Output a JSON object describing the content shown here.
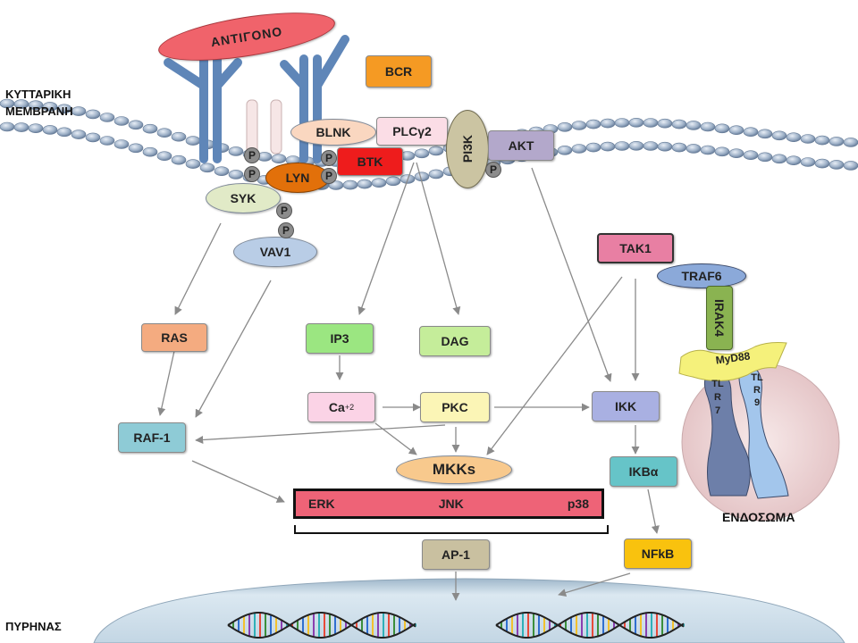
{
  "labels": {
    "antigen": "ΑΝΤΙΓΟΝΟ",
    "bcr": "BCR",
    "membrane_line1": "ΚΥΤΤΑΡΙΚΗ",
    "membrane_line2": "ΜΕΜΒΡΑΝΗ",
    "blnk": "BLNK",
    "plcg2": "PLCγ2",
    "pi3k": "PI3K",
    "akt": "AKT",
    "btk": "BTK",
    "lyn": "LYN",
    "syk": "SYK",
    "vav1": "VAV1",
    "phospho": "P",
    "ras": "RAS",
    "raf1": "RAF-1",
    "ip3": "IP3",
    "dag": "DAG",
    "ca": "Ca",
    "ca_charge": "+2",
    "pkc": "PKC",
    "mkks": "MKKs",
    "erk": "ERK",
    "jnk": "JNK",
    "p38": "p38",
    "ap1": "AP-1",
    "tak1": "TAK1",
    "traf6": "TRAF6",
    "irak4": "IRAK4",
    "myd88": "MyD88",
    "tlr7_letters": "TLR7",
    "tlr9_letters": "TLR9",
    "ikk": "IKK",
    "ikba": "IKBα",
    "nfkb": "NFkB",
    "endosome": "ΕΝΔΟΣΩΜΑ",
    "nucleus": "ΠΥΡΗΝΑΣ"
  },
  "colors": {
    "antigen": "#f0636b",
    "bcr_receptor": "#5f86b8",
    "bcr_label": "#f59a23",
    "blnk": "#fad7c0",
    "plcg2": "#fbdde6",
    "pi3k": "#cbc4a2",
    "akt": "#b3a8cb",
    "btk": "#ee1c1c",
    "lyn": "#e2700a",
    "syk": "#e1eac7",
    "vav1": "#b9cde6",
    "ras": "#f4ab80",
    "raf1": "#8ecbd6",
    "ip3": "#9be681",
    "dag": "#c5ed9a",
    "ca": "#fbd3e6",
    "pkc": "#fbf5b6",
    "mkks": "#f8c98d",
    "mapk_bar": "#ee6377",
    "ap1": "#c9c0a0",
    "tak1": "#e87fa3",
    "traf6": "#8ba9d9",
    "irak4": "#8ab351",
    "myd88": "#f5f17b",
    "tlr7": "#6d7fa9",
    "tlr9": "#a3c6ec",
    "endosome": "#f2dcdc",
    "ikk": "#a9b0e2",
    "ikba": "#66c4c8",
    "nfkb": "#f9c20e",
    "nucleus": "#c6dbe8",
    "arrow": "#8a8a8a"
  }
}
